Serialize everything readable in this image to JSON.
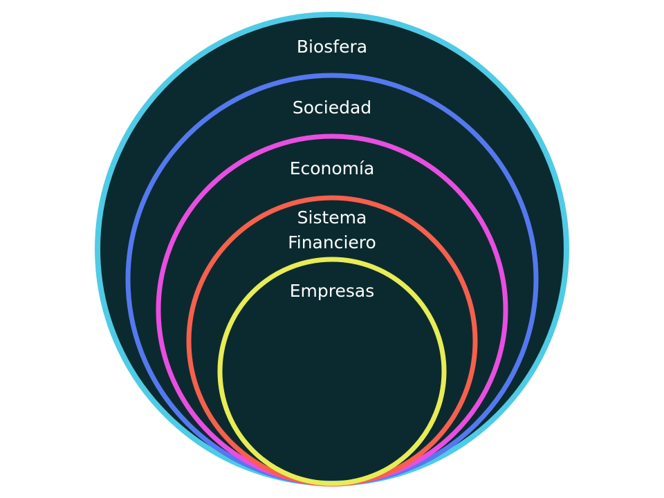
{
  "diagram": {
    "fill_color": "#0b2a2f",
    "rings": [
      {
        "label": "Biosfera",
        "color": "#4fcbe6"
      },
      {
        "label": "Sociedad",
        "color": "#5678ef"
      },
      {
        "label": "Economía",
        "color": "#e84ee0"
      },
      {
        "label_line1": "Sistema",
        "label_line2": "Financiero",
        "color": "#f6604d"
      },
      {
        "label": "Empresas",
        "color": "#e8ec55"
      }
    ]
  }
}
